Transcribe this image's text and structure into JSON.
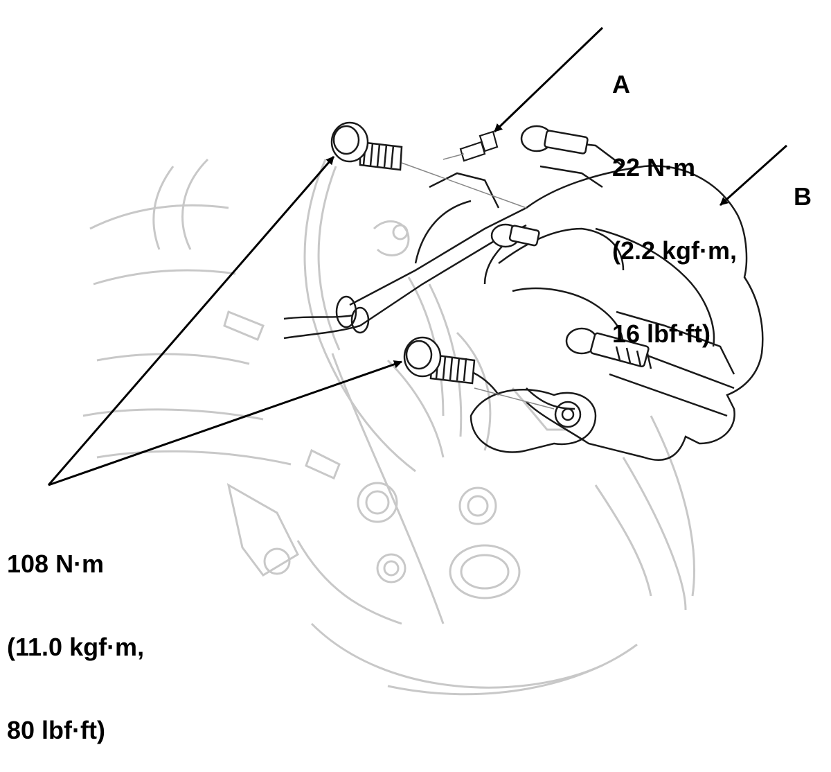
{
  "callouts": {
    "a": {
      "letter": "A",
      "torque_nm": "22 N·m",
      "torque_kgfm": "(2.2 kgf·m,",
      "torque_lbfft": "16 lbf·ft)"
    },
    "b": {
      "letter": "B"
    },
    "mounting_bolts": {
      "torque_nm": "108 N·m",
      "torque_kgfm": "(11.0 kgf·m,",
      "torque_lbfft": "80 lbf·ft)"
    }
  },
  "colors": {
    "text": "#000000",
    "leader": "#000000",
    "outline_light": "#c8c8c8",
    "outline_dark": "#1a1a1a"
  }
}
